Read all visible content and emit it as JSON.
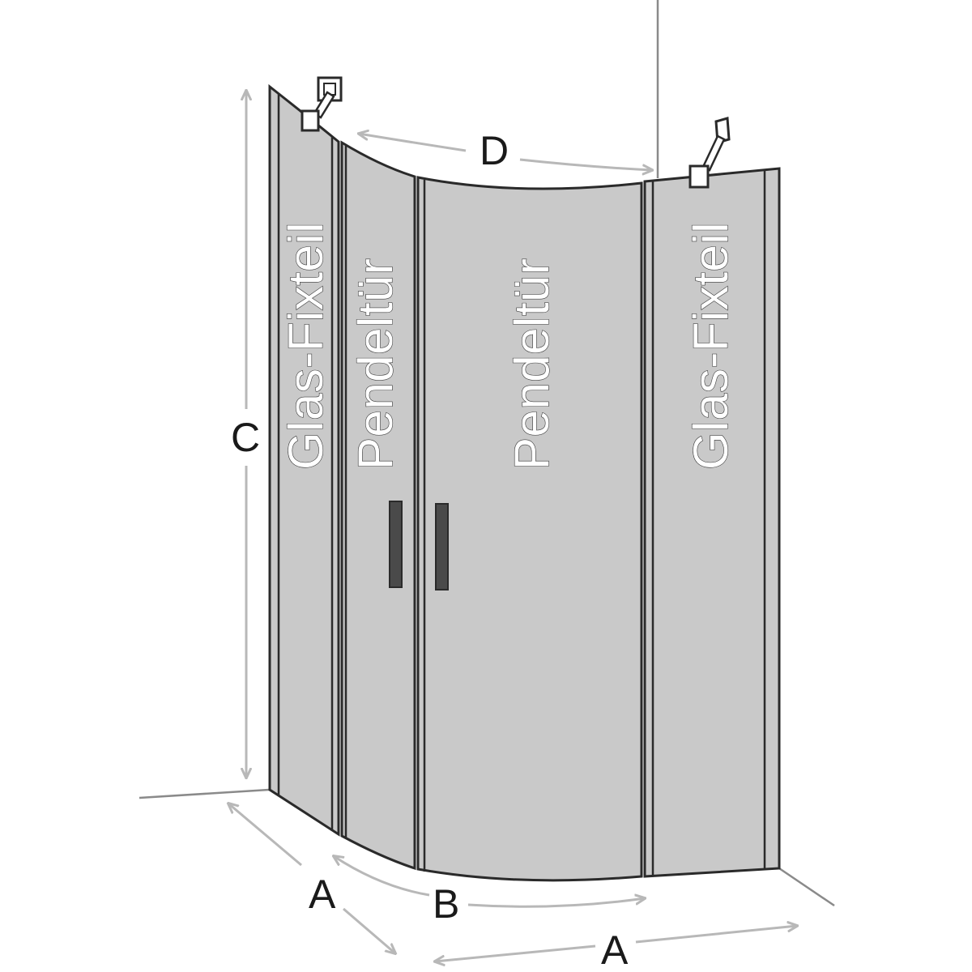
{
  "panels": {
    "left_fixed": "Glas-Fixteil",
    "left_door": "Pendeltür",
    "right_door": "Pendeltür",
    "right_fixed": "Glas-Fixteil"
  },
  "dimensions": {
    "height": "C",
    "top_width": "D",
    "left_depth": "A",
    "curve_width": "B",
    "right_depth": "A"
  },
  "colors": {
    "glass": "#c9c9c9",
    "outline": "#2a2a2a",
    "dimension_line": "#b8b8b8",
    "wall_line": "#8a8a8a",
    "handle": "#4a4a4a"
  }
}
